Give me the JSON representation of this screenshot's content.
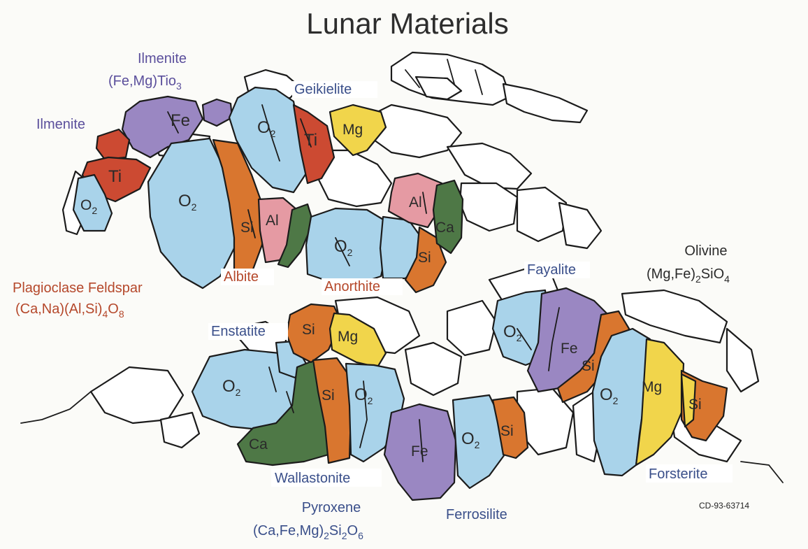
{
  "title": "Lunar Materials",
  "catalog_code": "CD-93-63714",
  "colors": {
    "oxygen": "#a9d3ea",
    "titanium": "#cc4a32",
    "iron": "#9a87c2",
    "silicon": "#d9762f",
    "aluminum": "#e59aa3",
    "calcium": "#4e7846",
    "magnesium": "#f1d54b"
  },
  "mineral_labels": {
    "ilmenite_top_name": "Ilmenite",
    "ilmenite_formula": "(Fe,Mg)Tio",
    "ilmenite_formula_sub": "3",
    "ilmenite_left": "Ilmenite",
    "geikielite": "Geikielite",
    "plagioclase": "Plagioclase Feldspar",
    "plagioclase_f1": "(Ca,Na)(Al,Si)",
    "plagioclase_f2": "4",
    "plagioclase_f3": "O",
    "plagioclase_f4": "8",
    "albite": "Albite",
    "anorthite": "Anorthite",
    "olivine": "Olivine",
    "olivine_f1": "(Mg,Fe)",
    "olivine_f2": "2",
    "olivine_f3": "SiO",
    "olivine_f4": "4",
    "fayalite": "Fayalite",
    "enstatite": "Enstatite",
    "wollastonite": "Wallastonite",
    "pyroxene": "Pyroxene",
    "pyroxene_f1": "(Ca,Fe,Mg)",
    "pyroxene_f2": "2",
    "pyroxene_f3": "Si",
    "pyroxene_f4": "2",
    "pyroxene_f5": "O",
    "pyroxene_f6": "6",
    "ferrosilite": "Ferrosilite",
    "forsterite": "Forsterite"
  },
  "elements": {
    "o": "O",
    "o_sub": "2",
    "ti": "Ti",
    "fe": "Fe",
    "si": "Si",
    "al": "Al",
    "ca": "Ca",
    "mg": "Mg"
  }
}
